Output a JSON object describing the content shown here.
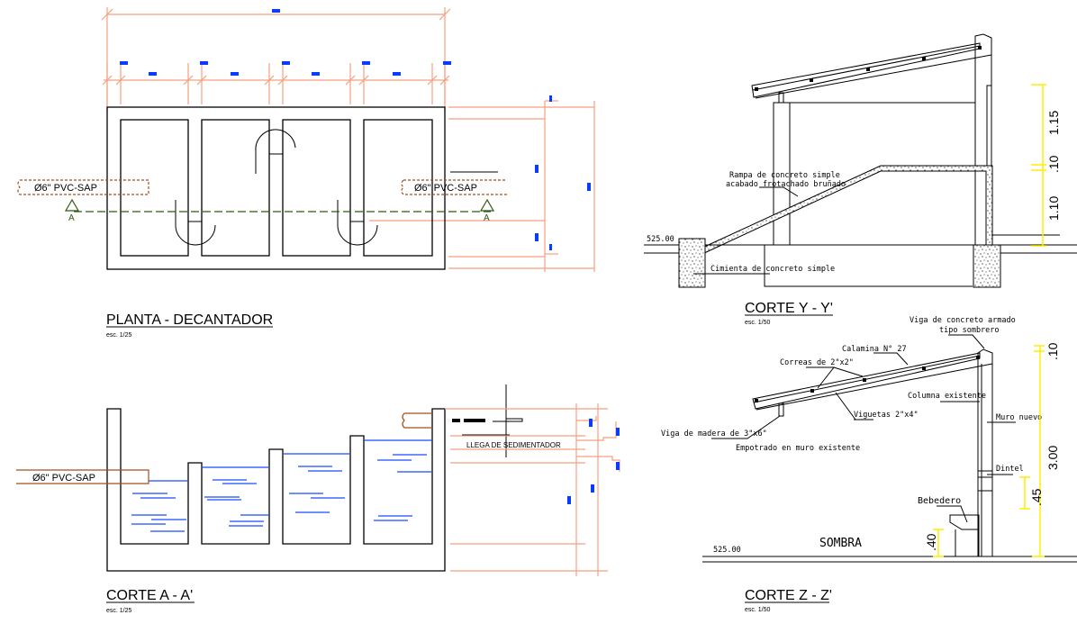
{
  "colors": {
    "dimension_lines": "#f4a080",
    "dimension_markers": "#0a3cff",
    "water_level": "#1a4cff",
    "pipe": "#a0521d",
    "section_line": "#2f5a10",
    "height_dimensions": "#ffee00"
  },
  "planta": {
    "title": "PLANTA - DECANTADOR",
    "scale": "esc. 1/25",
    "pipe_left": "Ø6\" PVC-SAP",
    "pipe_right": "Ø6\" PVC-SAP",
    "section_marker_left": "A",
    "section_marker_right": "A"
  },
  "corte_a": {
    "title": "CORTE A - A'",
    "scale": "esc. 1/25",
    "pipe_left": "Ø6\" PVC-SAP",
    "inlet_note": "LLEGA DE SEDIMENTADOR"
  },
  "corte_y": {
    "title": "CORTE Y - Y'",
    "scale": "esc. 1/50",
    "level": "525.00",
    "ramp_note_1": "Rampa de concreto simple",
    "ramp_note_2": "acabado frotachado bruñado",
    "foundation_note": "Cimienta de concreto simple",
    "dims": [
      "1.15",
      ".10",
      "1.10"
    ]
  },
  "corte_z": {
    "title": "CORTE Z - Z'",
    "scale": "esc. 1/50",
    "level": "525.00",
    "notes": {
      "viga_concreto_1": "Viga de concreto armado",
      "viga_concreto_2": "tipo sombrero",
      "calamina": "Calamina N° 27",
      "correas": "Correas de 2\"x2\"",
      "columna": "Columna existente",
      "viguetas": "Viguetas 2\"x4\"",
      "muro_nuevo": "Muro nuevo",
      "viga_madera": "Viga de madera de 3\"x6\"",
      "empotrado": "Empotrado en muro existente",
      "dintel": "Dintel",
      "bebedero": "Bebedero",
      "sombra": "SOMBRA"
    },
    "dims": [
      ".10",
      "3.00",
      ".45",
      ".40"
    ]
  }
}
